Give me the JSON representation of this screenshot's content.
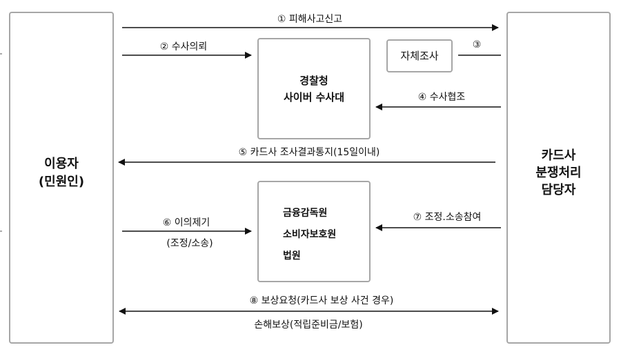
{
  "entities": {
    "user": {
      "line1": "이용자",
      "line2": "(민원인)"
    },
    "card_company": {
      "line1": "카드사",
      "line2": "분쟁처리",
      "line3": "담당자"
    },
    "police": {
      "line1": "경찰청",
      "line2": "사이버 수사대"
    },
    "self_investigation": "자체조사",
    "regulators": {
      "line1": "금융감독원",
      "line2": "소비자보호원",
      "line3": "법원"
    }
  },
  "flows": {
    "f1": "① 피해사고신고",
    "f2": "② 수사의뢰",
    "f3": "③",
    "f4": "④ 수사협조",
    "f5": "⑤ 카드사 조사결과통지(15일이내)",
    "f6": "⑥ 이의제기",
    "f6_sub": "(조정/소송)",
    "f7": "⑦ 조정.소송참여",
    "f8": "⑧ 보상요청(카드사 보상 사건 경우)",
    "f8_sub": "손해보상(적립준비금/보험)"
  }
}
